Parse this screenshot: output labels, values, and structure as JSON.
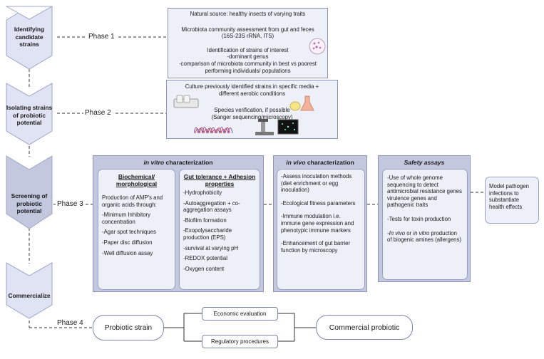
{
  "chevrons": [
    {
      "label": "Identifying candidate strains"
    },
    {
      "label": "Isolating strains of probiotic potential"
    },
    {
      "label": "Screening of probiotic potential"
    },
    {
      "label": "Commercialize"
    }
  ],
  "phases": [
    "Phase 1",
    "Phase 2",
    "Phase 3",
    "Phase 4"
  ],
  "phase1": {
    "line1": "Natural source: healthy insects of varying traits",
    "line2": "Microbiota community assessment from gut and feces",
    "line3": "(16S-23S rRNA, ITS)",
    "line4": "Identification of strains of interest",
    "line5": "-dominant genus",
    "line6": "-comparison of microbiota community in best vs poorest",
    "line7": "performing individuals/ populations"
  },
  "phase2": {
    "line1": "Culture previously identified strains in specific media +",
    "line2": "different aerobic conditions",
    "line3": "Species verification, if possible",
    "line4": "(Sanger sequencing/microscopy)"
  },
  "invitro": {
    "title_italic": "in vitro",
    "title_rest": " characterization",
    "biochem": {
      "heading": "Biochemical/ morphological",
      "intro": "Production of AMP's and organic acids through:",
      "items": [
        "-Minimum Inhibitory concentration",
        "-Agar spot techniques",
        "-Paper disc diffusion",
        "-Well diffusion assay"
      ]
    },
    "gut": {
      "heading": "Gut tolerance + Adhesion properties",
      "items": [
        "-Hydrophobicity",
        "-Autoaggregation + co-aggregation assays",
        "-Biofilm formation",
        "-Exopolysaccharide production (EPS)",
        "-survival at varying pH",
        "-REDOX potential",
        "-Oxygen content"
      ]
    }
  },
  "invivo": {
    "title_italic": "in vivo",
    "title_rest": " characterization",
    "items": [
      "-Assess inoculation methods (diet enrichment or egg inoculation)",
      "-Ecological fitness parameters",
      "-Immune modulation i.e. immune gene expression and phenotypic immune markers",
      "-Enhancement of gut barrier function by microscopy"
    ]
  },
  "safety": {
    "title": "Safety assays",
    "item1": "-Use of whole genome sequencing to detect antimicrobial resistance genes virulence genes and pathogenic traits",
    "item2": "-Tests for toxin production",
    "item3_a": "-In vivo",
    "item3_b": " or ",
    "item3_c": "in vitro",
    "item3_d": " production of biogenic amines (allergens)"
  },
  "model": "Model pathogen infections to substantiate health effects",
  "phase4": {
    "strain": "Probiotic strain",
    "economic": "Economic evaluation",
    "regulatory": "Regulatory procedures",
    "commercial": "Commercial probiotic"
  },
  "colors": {
    "chevron_fill": "#dfe3f3",
    "chevron_stroke": "#9ca4c8",
    "box_fill": "#eef0f8",
    "outer_fill": "#c3c8de"
  }
}
